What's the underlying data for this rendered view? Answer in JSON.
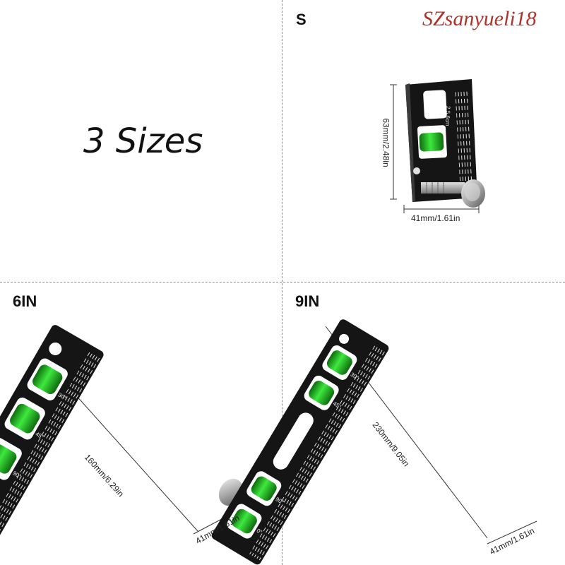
{
  "headline": "3 Sizes",
  "watermark": "SZsanyueli18",
  "panels": {
    "small": {
      "label": "S",
      "height_dim": "63mm/2.48in",
      "width_dim": "41mm/1.61in"
    },
    "medium": {
      "label": "6IN",
      "length_dim": "160mm/6.29in",
      "width_dim": "41mm/1.61in"
    },
    "large": {
      "label": "9IN",
      "length_dim": "230mm/9.05in",
      "width_dim": "41mm/1.61in"
    }
  },
  "colors": {
    "body": "#151515",
    "bubble": "#2fd12f",
    "text": "#111111",
    "watermark": "#b03228"
  }
}
